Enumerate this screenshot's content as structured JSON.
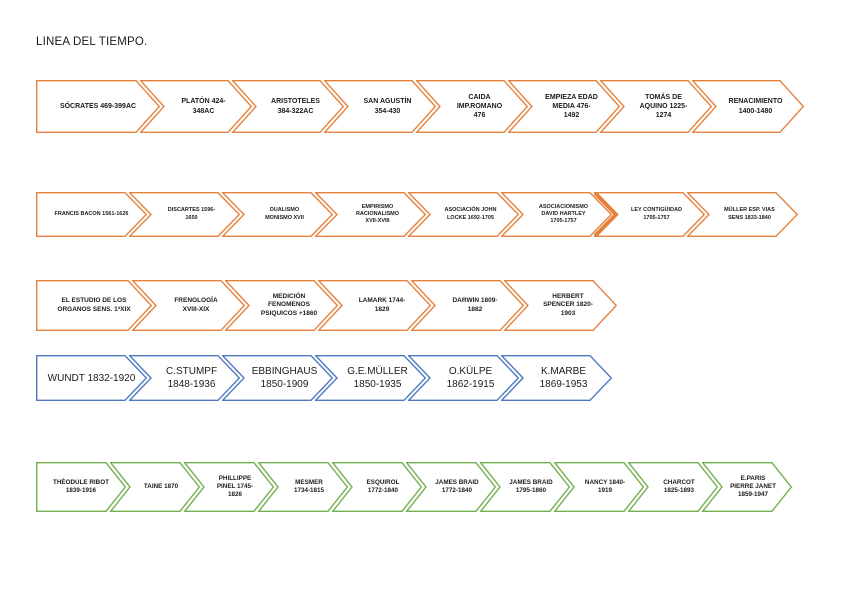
{
  "page": {
    "title": "LINEA DEL TIEMPO."
  },
  "timeline_rows": [
    {
      "name": "filosofia-antigua",
      "color": "#E6813C",
      "items": [
        {
          "label": "SÓCRATES 469-399AC"
        },
        {
          "label": "PLATÓN 424-\n348AC"
        },
        {
          "label": "ARISTOTELES\n384-322AC"
        },
        {
          "label": "SAN AGUSTÍN\n354-430"
        },
        {
          "label": "CAIDA\nIMP.ROMANO\n476"
        },
        {
          "label": "EMPIEZA EDAD\nMEDIA 476-\n1492"
        },
        {
          "label": "TOMÁS DE\nAQUINO 1225-\n1274"
        },
        {
          "label": "RENACIMIENTO\n1400-1480"
        }
      ]
    },
    {
      "name": "empirismo-asociacionismo",
      "color": "#E6813C",
      "items": [
        {
          "label": "FRANCIS BACON 1561-1626"
        },
        {
          "label": "DISCARTES 1596-\n1650"
        },
        {
          "label": "DUALISMO\nMONISMO XVII"
        },
        {
          "label": "EMPIRISMO\nRACIONALISMO\nXVII-XVIII"
        },
        {
          "label": "ASOCIACIÓN JOHN\nLOCKE 1692-1705"
        },
        {
          "label": "ASOCIACIONISMO\nDAVID HARTLEY\n1705-1757"
        },
        {
          "label": "LEY CONTIGÜIDAD\n1705-1757"
        },
        {
          "label": "MÜLLER ESP. VIAS\nSENS 1833-1840"
        }
      ]
    },
    {
      "name": "fisiologia-evolucion",
      "color": "#E6813C",
      "items": [
        {
          "label": "EL ESTUDIO DE LOS\nORGANOS SENS. 1ªXIX"
        },
        {
          "label": "FRENOLOGÍA\nXVIII-XIX"
        },
        {
          "label": "MEDICIÓN\nFENOMENOS\nPSIQUICOS +1860"
        },
        {
          "label": "LAMARK 1744-\n1829"
        },
        {
          "label": "DARWIN 1809-\n1882"
        },
        {
          "label": "HERBERT\nSPENCER 1820-\n1903"
        }
      ]
    },
    {
      "name": "psicologia-experimental",
      "color": "#4E79BE",
      "items": [
        {
          "label": "WUNDT 1832-1920"
        },
        {
          "label": "C.STUMPF\n1848-1936"
        },
        {
          "label": "EBBINGHAUS\n1850-1909"
        },
        {
          "label": "G.E.MÜLLER\n1850-1935"
        },
        {
          "label": "O.KÜLPE\n1862-1915"
        },
        {
          "label": "K.MARBE\n1869-1953"
        }
      ]
    },
    {
      "name": "psicologia-clinica-francesa",
      "color": "#72B04E",
      "items": [
        {
          "label": "THÈODULE RIBOT\n1839-1916"
        },
        {
          "label": "TAINE 1870"
        },
        {
          "label": "PHILLIPPE\nPINEL 1745-\n1826"
        },
        {
          "label": "MESMER\n1734-1815"
        },
        {
          "label": "ESQUIROL\n1772-1840"
        },
        {
          "label": "JAMES BRAID\n1772-1840"
        },
        {
          "label": "JAMES BRAID\n1795-1860"
        },
        {
          "label": "NANCY 1840-\n1919"
        },
        {
          "label": "CHARCOT\n1825-1893"
        },
        {
          "label": "E.PARIS\nPIERRE JANET\n1859-1947"
        }
      ]
    }
  ]
}
